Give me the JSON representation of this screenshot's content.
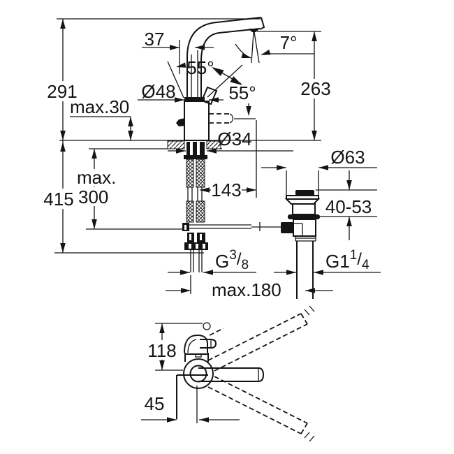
{
  "drawing_title": "faucet-installation-dimension-diagram",
  "colors": {
    "background": "#ffffff",
    "line": "#141414"
  },
  "labels": {
    "d291": "291",
    "d415": "415",
    "dmax": "max.",
    "d300": "300",
    "dmax30": "max.30",
    "d37": "37",
    "d48": "Ø48",
    "d55_left": "55°",
    "d55_right": "55°",
    "d7": "7°",
    "d263": "263",
    "d34": "Ø34",
    "d143": "143",
    "d63": "Ø63",
    "d4053": "40-53",
    "g38": {
      "base": "G",
      "sup": "3",
      "slash": "/",
      "sub": "8"
    },
    "g114": {
      "base": "G1",
      "sup": "1",
      "slash": "/",
      "sub": "4"
    },
    "dmax180": "max.180",
    "d118": "118",
    "d45": "45"
  }
}
